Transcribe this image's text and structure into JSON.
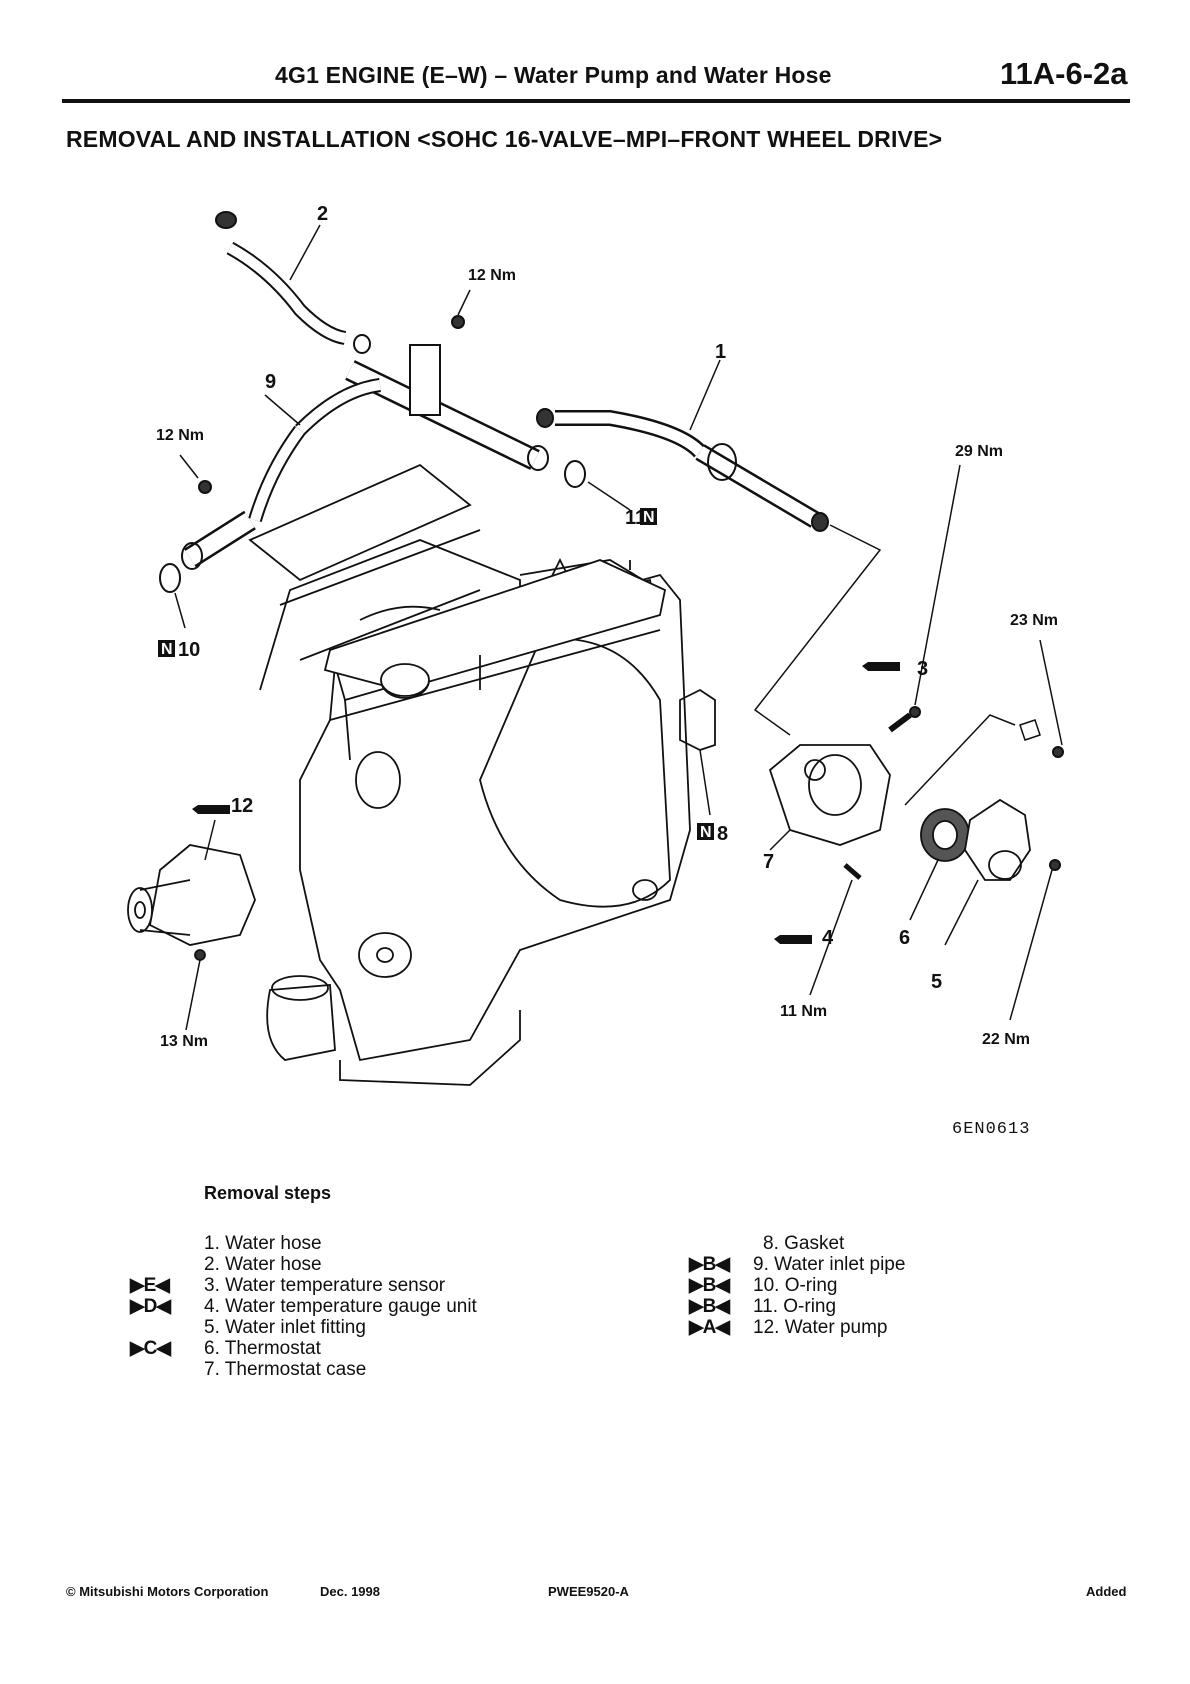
{
  "header": {
    "title": "4G1 ENGINE (E–W) – Water Pump and Water Hose",
    "page_number": "11A-6-2a"
  },
  "section_title": "REMOVAL AND INSTALLATION <SOHC 16-VALVE–MPI–FRONT WHEEL DRIVE>",
  "diagram": {
    "figure_code": "6EN0613",
    "callouts": {
      "c1": "1",
      "c2": "2",
      "c3": "3",
      "c4": "4",
      "c5": "5",
      "c6": "6",
      "c7": "7",
      "c8": "8",
      "c9": "9",
      "c10": "10",
      "c11": "11",
      "c12": "12"
    },
    "torques": {
      "t_top": "12 Nm",
      "t_left": "12 Nm",
      "t_29": "29 Nm",
      "t_23": "23 Nm",
      "t_13": "13 Nm",
      "t_11": "11 Nm",
      "t_22": "22 Nm"
    },
    "new_part_marker": "N"
  },
  "removal": {
    "title": "Removal steps",
    "left_steps": [
      {
        "mark": "",
        "text": "1. Water hose"
      },
      {
        "mark": "",
        "text": "2. Water hose"
      },
      {
        "mark": "▶E◀",
        "text": "3. Water temperature sensor"
      },
      {
        "mark": "▶D◀",
        "text": "4. Water temperature gauge unit"
      },
      {
        "mark": "",
        "text": "5. Water inlet fitting"
      },
      {
        "mark": "▶C◀",
        "text": "6. Thermostat"
      },
      {
        "mark": "",
        "text": "7. Thermostat case"
      }
    ],
    "right_steps": [
      {
        "mark": "",
        "text": "8. Gasket"
      },
      {
        "mark": "▶B◀",
        "text": "9. Water inlet pipe"
      },
      {
        "mark": "▶B◀",
        "text": "10. O-ring"
      },
      {
        "mark": "▶B◀",
        "text": "11. O-ring"
      },
      {
        "mark": "▶A◀",
        "text": "12. Water pump"
      }
    ]
  },
  "footer": {
    "copyright": "© Mitsubishi Motors Corporation",
    "date": "Dec. 1998",
    "doc_code": "PWEE9520-A",
    "status": "Added"
  }
}
